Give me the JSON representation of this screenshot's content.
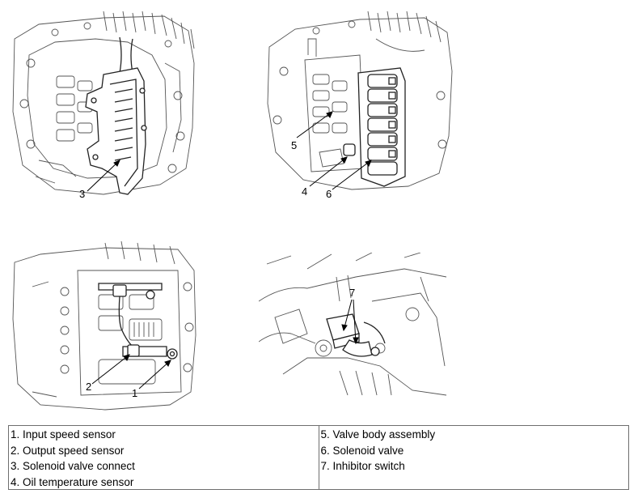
{
  "panels": [
    {
      "id": "top-left",
      "callouts": [
        "3"
      ]
    },
    {
      "id": "top-right",
      "callouts": [
        "5",
        "4",
        "6"
      ]
    },
    {
      "id": "bottom-left",
      "callouts": [
        "2",
        "1"
      ]
    },
    {
      "id": "bottom-right",
      "callouts": [
        "7"
      ]
    }
  ],
  "legend": {
    "left": [
      "1. Input speed sensor",
      "2. Output speed sensor",
      "3. Solenoid valve connect",
      "4. Oil temperature sensor"
    ],
    "right": [
      "5. Valve body assembly",
      "6. Solenoid valve",
      "7. Inhibitor switch"
    ]
  }
}
